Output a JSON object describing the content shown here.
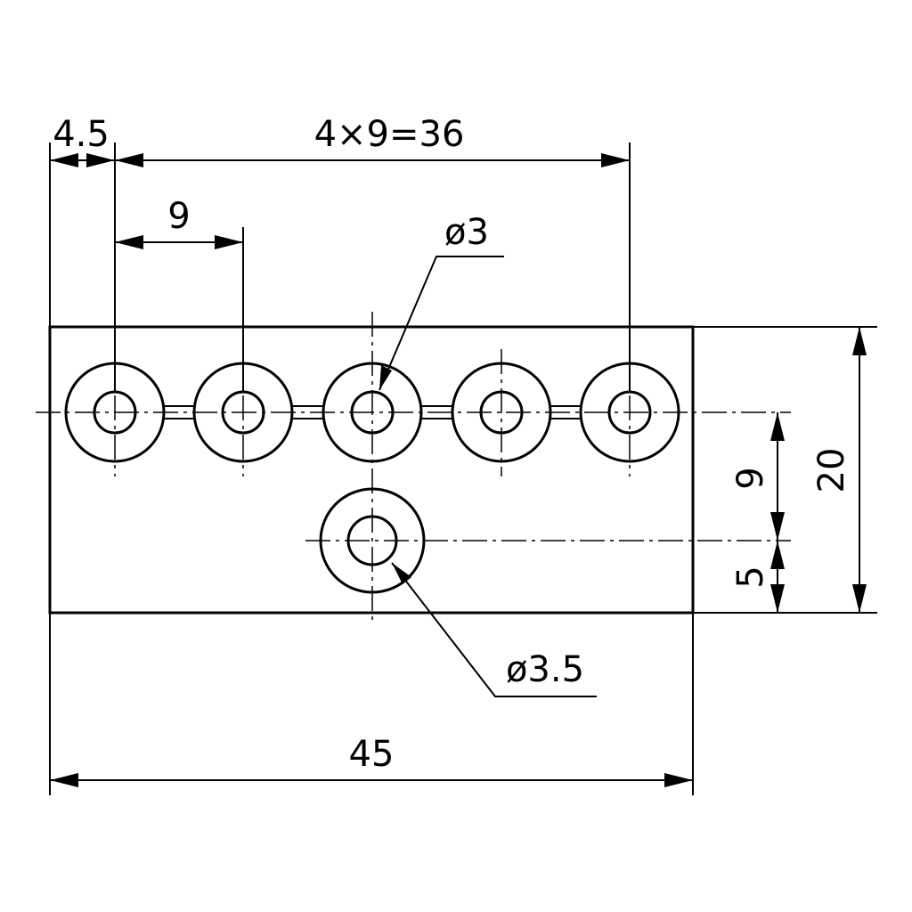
{
  "dimensions": {
    "edge_offset": "4.5",
    "pitch_total": "4×9=36",
    "pitch": "9",
    "small_hole": "ø3",
    "large_hole": "ø3.5",
    "width": "45",
    "height": "20",
    "hole_row_offset": "9",
    "bottom_hole_offset": "5"
  }
}
